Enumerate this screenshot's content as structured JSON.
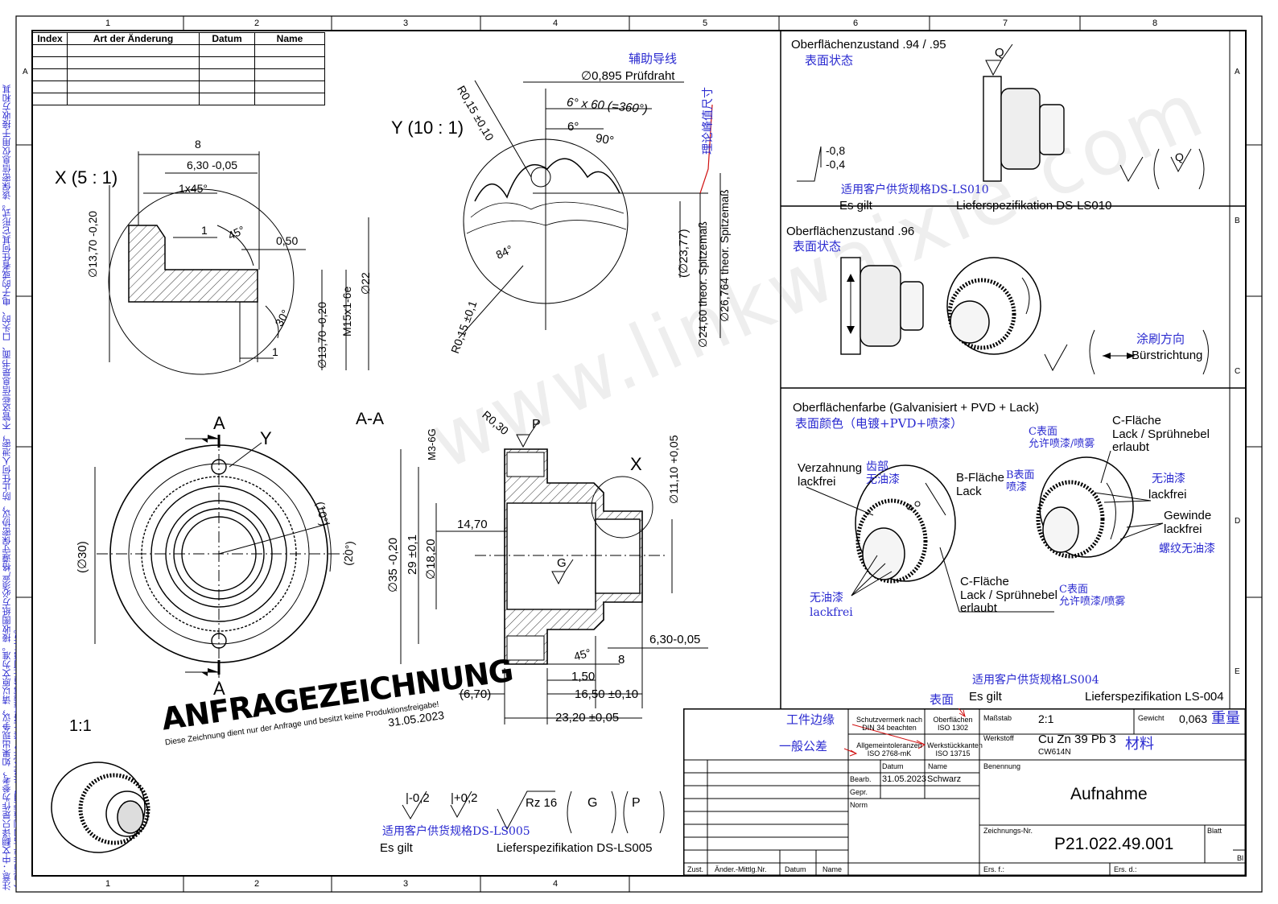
{
  "border": {
    "columns": [
      "1",
      "2",
      "3",
      "4",
      "5",
      "6",
      "7",
      "8"
    ],
    "rows": [
      "A",
      "B",
      "C",
      "D",
      "E"
    ]
  },
  "side_note": "注意：中文翻译只是作为参考，如果出现争议，请以原文为准。接收图纸方必须严格遵守保密协议，防止任何人泄密，不管这些信息是书面、口头的、电子的或者任何其它形式。该保密信息仅用于接收方和其外包商作评估和制造使用，未经允许，禁止将其透露给任何第三方。",
  "revision_table": {
    "headers": [
      "Index",
      "Art der Änderung",
      "Datum",
      "Name"
    ],
    "rows": 5
  },
  "view_x": {
    "title": "X  (5 : 1)",
    "dims": [
      "8",
      "6,30 -0,05",
      "1x45°",
      "1",
      "45°",
      "0,50",
      "∅13,70 -0,20",
      "∅13,70 -0,20",
      "M15x1-6e",
      "∅22",
      "30°",
      "1"
    ]
  },
  "view_y": {
    "title": "Y  (10 : 1)",
    "note_guide": "辅助导线",
    "note_peak": "理论峰值尺寸",
    "dims": [
      "∅0,895 Prüfdraht",
      "6° x 60 (=360°)",
      "6°",
      "90°",
      "R0,15 ±0,10",
      "84°",
      "R0,15 ±0,1",
      "(∅23,77)",
      "∅24,60 theor. Spitzemaß",
      "∅26,764 theor. Spitzemaß"
    ]
  },
  "front_view": {
    "labels": [
      "A",
      "Y",
      "A",
      "(∅30)",
      "(10°)",
      "(20°)"
    ]
  },
  "section_aa": {
    "title": "A-A",
    "labels": [
      "M3-6G",
      "R0,30",
      "P",
      "X",
      "∅11,10 +0,05",
      "14,70",
      "∅35 -0,20",
      "29 ±0,1",
      "∅18,20",
      "G",
      "6,30-0,05",
      "45°",
      "8",
      "1,50",
      "16,50 ±0,10",
      "(6,70)",
      "23,20 ±0,05"
    ]
  },
  "stamp": {
    "title": "ANFRAGEZEICHNUNG",
    "subtitle": "Diese Zeichnung dient nur der Anfrage und besitzt keine Produktionsfreigabe!",
    "date": "31.05.2023"
  },
  "scale_1_1": "1:1",
  "finish_bottom": {
    "minus": "|-0,2",
    "plus": "|+0,2",
    "rz": "Rz 16",
    "g": "G",
    "p": "P",
    "cn_note": "适用客户供货规格DS-LS005",
    "es_gilt": "Es gilt",
    "spec": "Lieferspezifikation DS-LS005"
  },
  "surface_94": {
    "title": "Oberflächenzustand .94 / .95",
    "cn": "表面状态",
    "q": "Q",
    "tol_minus08": "-0,8",
    "tol_minus04": "-0,4",
    "cn_note": "适用客户供货规格DS-LS010",
    "es_gilt": "Es gilt",
    "spec": "Lieferspezifikation DS-LS010"
  },
  "surface_96": {
    "title": "Oberflächenzustand .96",
    "cn": "表面状态",
    "brush_cn": "涂刷方向",
    "brush": "Bürstrichtung"
  },
  "surface_color": {
    "title": "Oberflächenfarbe (Galvanisiert + PVD + Lack)",
    "cn": "表面颜色（电镀+PVD+喷漆）",
    "verzahnung": "Verzahnung\nlackfrei",
    "verzahnung_cn": "齿部\n无油漆",
    "b_flaeche": "B-Fläche\nLack",
    "b_cn": "B表面\n喷漆",
    "c_top_cn": "C表面\n允许喷漆/喷雾",
    "c_top": "C-Fläche\nLack / Sprühnebel\nerlaubt",
    "lackfrei_cn": "无油漆",
    "lackfrei": "lackfrei",
    "gewinde": "Gewinde\nlackfrei",
    "gewinde_cn": "螺纹无油漆",
    "left_cn": "无油漆\nlackfrei",
    "c_bot": "C-Fläche\nLack / Sprühnebel\nerlaubt",
    "c_bot_cn": "C表面\n允许喷漆/喷雾",
    "ls004_cn": "适用客户供货规格LS004",
    "es_gilt": "Es gilt",
    "spec": "Lieferspezifikation LS-004"
  },
  "annotations": {
    "surface_cn": "表面",
    "edge_cn": "工件边缘",
    "tol_cn": "一般公差",
    "weight_cn": "重量",
    "material_cn": "材料"
  },
  "title_block": {
    "schutz": "Schutzvermerk nach\nDIN 34 beachten",
    "oberflaechen": "Oberflächen\nISO 1302",
    "allgemein": "Allgemeintoleranzen\nISO 2768-mK",
    "werkstueck": "Werkstückkanten\nISO 13715",
    "massstab_label": "Maßstab",
    "massstab": "2:1",
    "gewicht_label": "Gewicht",
    "gewicht": "0,063",
    "werkstoff_label": "Werkstoff",
    "werkstoff": "Cu Zn 39 Pb 3",
    "werkstoff_code": "CW614N",
    "datum_h": "Datum",
    "name_h": "Name",
    "bearb": "Bearb.",
    "bearb_date": "31.05.2023",
    "bearb_name": "Schwarz",
    "gepr": "Gepr.",
    "norm": "Norm",
    "benennung_label": "Benennung",
    "benennung": "Aufnahme",
    "znr_label": "Zeichnungs-Nr.",
    "znr": "P21.022.49.001",
    "blatt": "Blatt",
    "bl": "Bl",
    "ers_f": "Ers. f.:",
    "ers_d": "Ers. d.:",
    "zust": "Zust.",
    "aender": "Änder.-Mittlg.Nr.",
    "datum": "Datum",
    "name": "Name"
  },
  "watermark": "www.linkwaixie.com"
}
